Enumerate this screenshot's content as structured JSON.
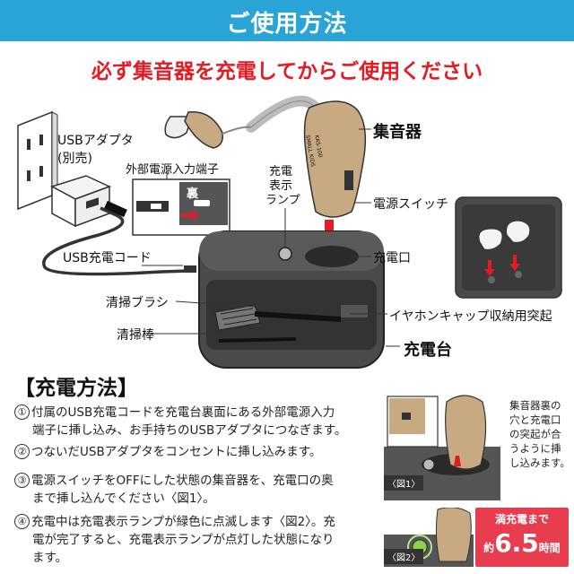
{
  "header": {
    "title": "ご使用方法"
  },
  "warning": "必ず集音器を充電してからご使用ください",
  "labels": {
    "usb_adapter": "USBアダプタ",
    "usb_adapter_sub": "(別売)",
    "ext_power_port": "外部電源入力端子",
    "back_side": "裏",
    "charge_lamp_1": "充電",
    "charge_lamp_2": "表示",
    "charge_lamp_3": "ランプ",
    "hearing_aid": "集音器",
    "power_switch": "電源スイッチ",
    "charge_port": "充電口",
    "usb_cord": "USB充電コード",
    "brush": "清掃ブラシ",
    "stick": "清掃棒",
    "earcap_holder": "イヤホンキャップ収納用突起",
    "charger": "充電台",
    "device_print_1": "SMALL KIDS",
    "device_print_2": "KAS-100"
  },
  "section_title": "【充電方法】",
  "steps": [
    {
      "num": "①",
      "line1": "付属のUSB充電コードを充電台裏面にある外部電源入力",
      "line2": "端子に挿し込み、お手持ちのUSBアダプタにつなぎます。"
    },
    {
      "num": "②",
      "line1": "つないだUSBアダプタをコンセントに挿し込みます。",
      "line2": ""
    },
    {
      "num": "③",
      "line1": "電源スイッチをOFFにした状態の集音器を、充電口の奥",
      "line2": "まで挿し込んでください〈図1〉。"
    },
    {
      "num": "④",
      "line1": "充電中は充電表示ランプが緑色に点滅します〈図2〉。充",
      "line2": "電が完了すると、充電表示ランプが点灯した状態になり",
      "line3": "ます。"
    }
  ],
  "fig1": {
    "tag": "〈図1〉",
    "note": [
      "集音器裏の",
      "穴と充電口",
      "の突起が合",
      "うように挿",
      "し込みます。"
    ]
  },
  "fig2": {
    "tag": "〈図2〉"
  },
  "badge": {
    "line1": "満充電まで",
    "prefix": "約",
    "value": "6.5",
    "suffix": "時間"
  },
  "colors": {
    "header": "#2aa3d6",
    "warning": "#e31b23",
    "badge": "#e83c4f",
    "device": "#c7a982",
    "charger": "#4a4a4a"
  }
}
